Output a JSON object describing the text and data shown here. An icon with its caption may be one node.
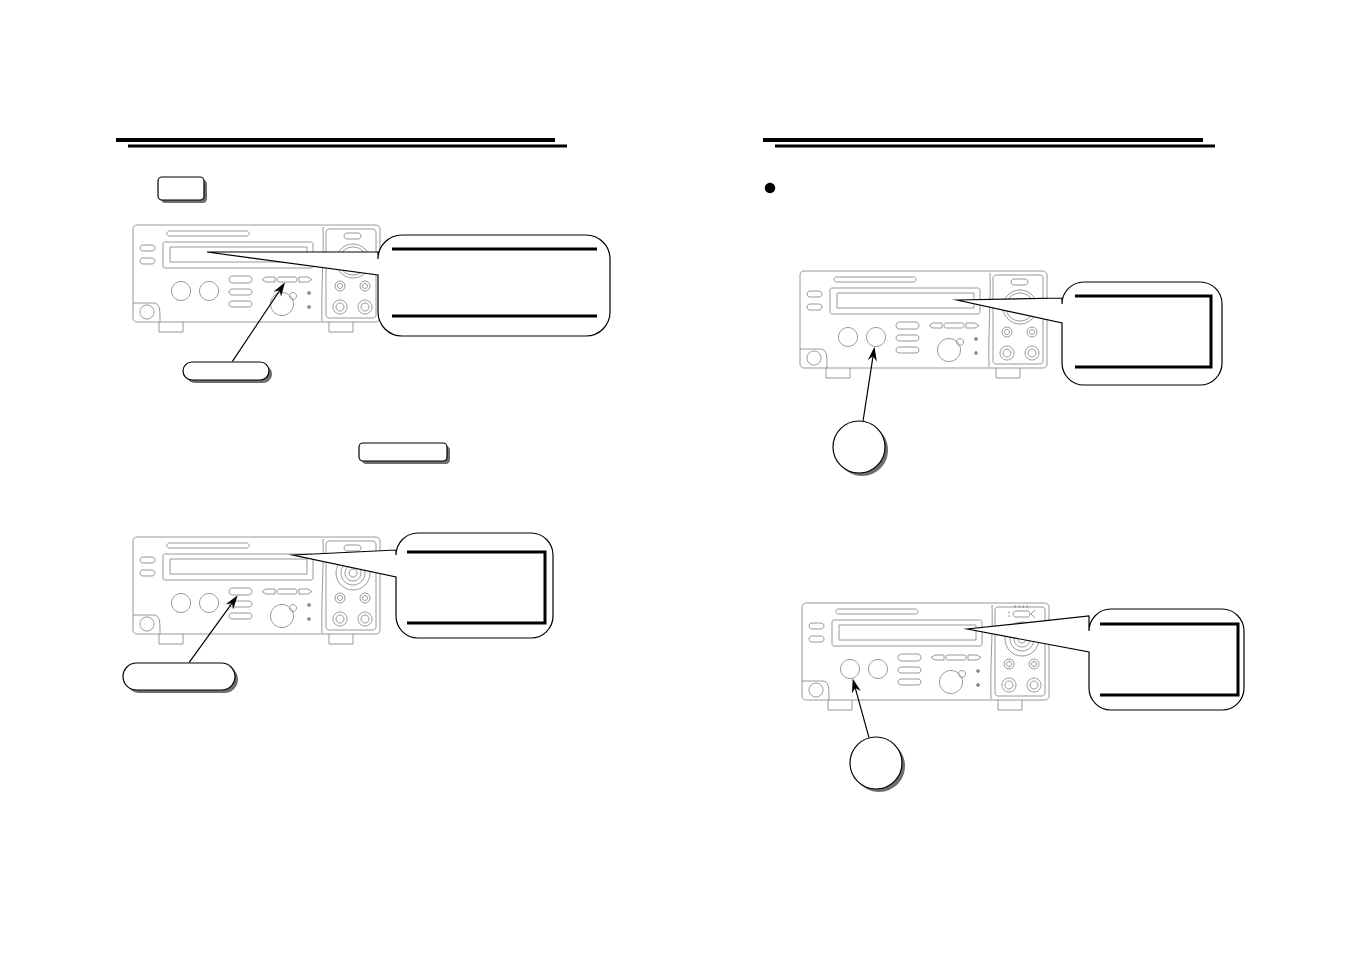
{
  "diagram": {
    "nodes": [
      {
        "text": [],
        "shape": "box"
      },
      {
        "text": [],
        "shape": "picture"
      },
      {
        "text": [],
        "shape": "box",
        "in": 1
      },
      {
        "text": [],
        "shape": "callout"
      },
      {
        "text": [],
        "shape": "box"
      },
      {
        "text": [],
        "shape": "box"
      },
      {
        "text": [],
        "shape": "picture"
      },
      {
        "text": [],
        "shape": "box",
        "in": 6
      },
      {
        "text": [],
        "shape": "callout"
      },
      {
        "text": [],
        "shape": "box"
      },
      {
        "text": [],
        "shape": "picture"
      },
      {
        "text": [],
        "shape": "circle",
        "in": 10
      },
      {
        "text": [],
        "shape": "callout"
      },
      {
        "text": [],
        "shape": "circle"
      },
      {
        "text": [],
        "shape": "picture"
      },
      {
        "text": [],
        "shape": "circle",
        "in": 14
      },
      {
        "text": [],
        "shape": "callout"
      },
      {
        "text": [],
        "shape": "circle"
      }
    ],
    "edges": [
      {
        "from": 4,
        "to": 2,
        "arrow": "to"
      },
      {
        "from": 9,
        "to": 7,
        "arrow": "to"
      },
      {
        "from": 13,
        "to": 11,
        "arrow": "to"
      },
      {
        "from": 17,
        "to": 15,
        "arrow": "to"
      }
    ]
  }
}
